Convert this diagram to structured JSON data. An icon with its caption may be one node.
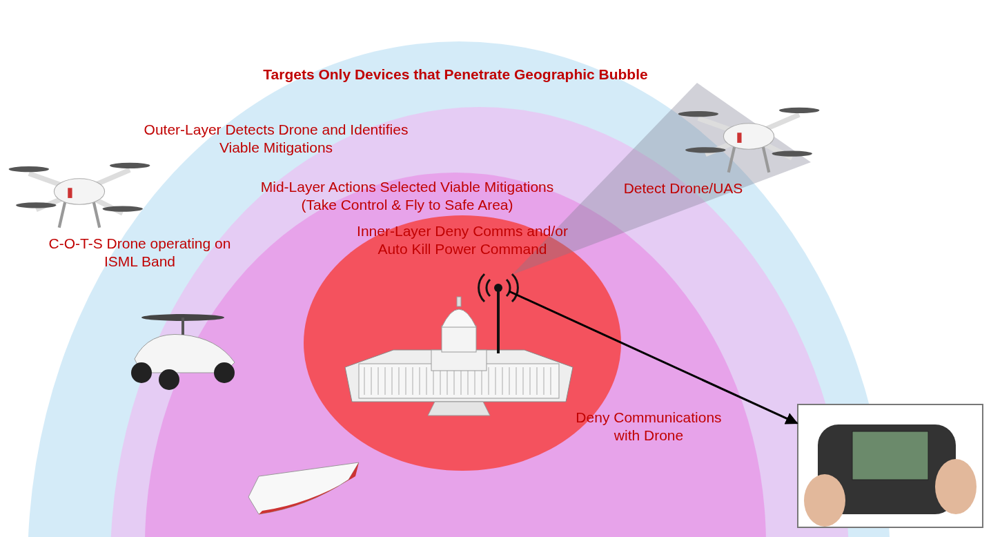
{
  "diagram": {
    "nodes": [
      {
        "text": [
          "Targets Only Devices that Penetrate Geographic Bubble"
        ]
      },
      {
        "text": [
          "Outer-Layer Detects Drone and Identifies Viable Mitigations"
        ],
        "in": 0
      },
      {
        "text": [
          "Mid-Layer Actions Selected Viable Mitigations (Take Control & Fly to Safe Area)"
        ],
        "in": 1
      },
      {
        "text": [
          "Inner-Layer Deny Comms and/or Auto Kill Power Command"
        ],
        "in": 2
      },
      {
        "text": [],
        "shape": "picture",
        "in": 3
      },
      {
        "text": [],
        "shape": "picture"
      }
    ],
    "edges": [
      {
        "from": 4,
        "to": 5,
        "arrow": "to",
        "label": "Deny Communications with Drone"
      }
    ],
    "labels": [
      "C-O-T-S Drone operating on ISML Band",
      "Detect Drone/UAS"
    ]
  }
}
